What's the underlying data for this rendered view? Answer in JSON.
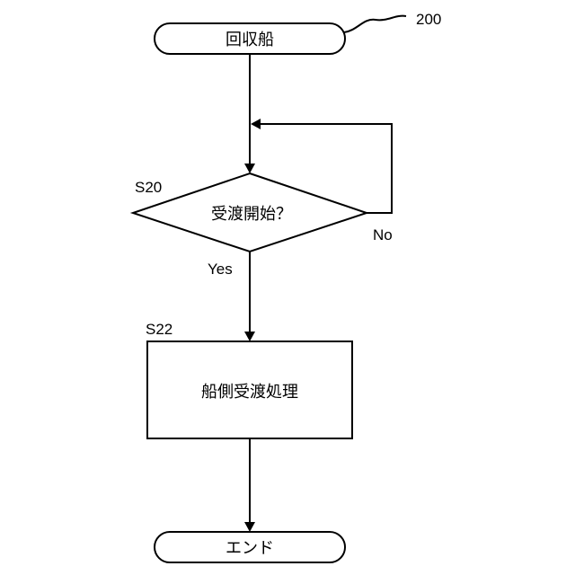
{
  "ref_number": "200",
  "nodes": {
    "start": {
      "label": "回収船"
    },
    "decision": {
      "step": "S20",
      "label": "受渡開始？"
    },
    "process": {
      "step": "S22",
      "label": "船側受渡処理"
    },
    "end": {
      "label": "エンド"
    }
  },
  "branches": {
    "yes": "Yes",
    "no": "No"
  }
}
